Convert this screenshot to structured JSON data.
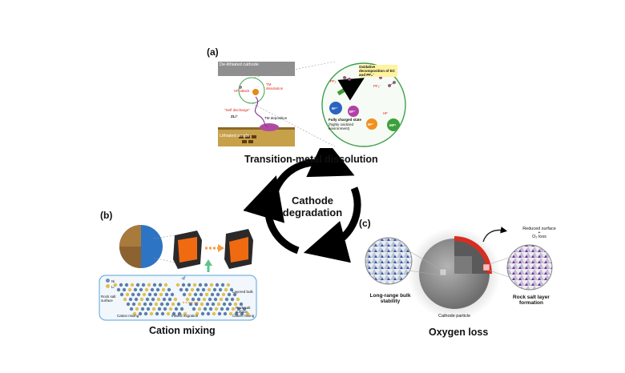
{
  "center": {
    "line1": "Cathode",
    "line2": "degradation"
  },
  "panel_a": {
    "letter": "(a)",
    "caption": "Transition-metal dissolution",
    "top_layer_label": "De-lithiated cathode",
    "bottom_layer_label": "Lithiated anode",
    "hf_attack": "HF attack",
    "tm_dissolution": "TM dissolution",
    "self_discharge": "\"Self discharge\"",
    "zli": "ZLi⁺",
    "tm_deposition": "TM deposition",
    "oxidative": "Oxidative decomposition of EC and PF₆⁻",
    "pf6_left": "PF₅",
    "pf6_right": "PF₆⁻",
    "m_ion": "Mⁿ⁺",
    "m_z1": "Mᶻ⁺",
    "m_z2": "Mᶻ⁺",
    "hf": "HF",
    "mfz": "MFᶻ",
    "fully_charged": "Fully charged state",
    "oxidized_env": "(highly oxidized environment)"
  },
  "panel_b": {
    "letter": "(b)",
    "caption": "Cation mixing",
    "legend_ni": "Ni",
    "legend_li": "Li",
    "rock_salt_surface": "Rock salt surface",
    "layered_bulk": "Layered bulk",
    "rock_salt_surface_2": "Rock salt surface",
    "cation_mixing_1": "Cation mixing",
    "inward_migration": "Inward migration",
    "cation_mixing_2": "Cation mixing"
  },
  "panel_c": {
    "letter": "(c)",
    "caption": "Oxygen loss",
    "reduced_surface": "Reduced surface",
    "plus": "+",
    "o2_loss": "O₂ loss",
    "long_range": "Long-range bulk stability",
    "rock_salt_layer": "Rock salt layer formation",
    "cathode_particle": "Cathode particle"
  },
  "colors": {
    "cycle_arrow": "#000000",
    "panel_a_border": "#3aa04a",
    "anode": "#c9a24b",
    "cathode_layer": "#9a9a9a",
    "surface_red": "#d62e23",
    "sphere_blue": "#2a73c8",
    "core_orange": "#f07a1a"
  }
}
